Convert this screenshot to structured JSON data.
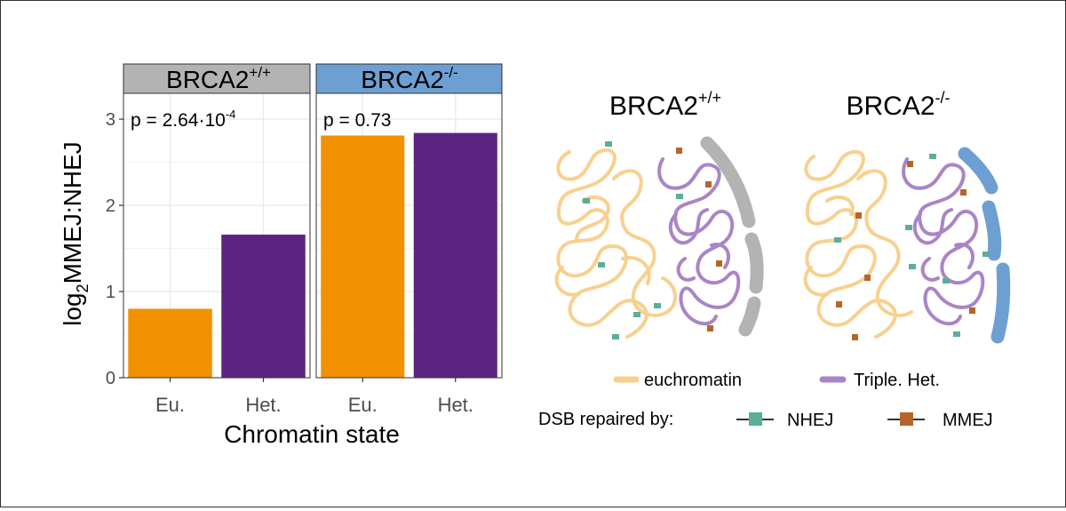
{
  "chart_data": {
    "type": "bar",
    "ylabel_main": "log",
    "ylabel_sub": "2",
    "ylabel_rest": "MMEJ:NHEJ",
    "xlabel": "Chromatin state",
    "categories": [
      "Eu.",
      "Het."
    ],
    "ylim": [
      0,
      3.3
    ],
    "yticks": [
      "0",
      "1",
      "2",
      "3"
    ],
    "grid": true,
    "colors": {
      "Eu.": "#F29100",
      "Het.": "#5B2480"
    },
    "strip_colors": [
      "#B3B3B3",
      "#6E9FD2"
    ],
    "panels": [
      {
        "strip_main": "BRCA2",
        "strip_sup": "+/+",
        "p_main": "p = 2.64·10",
        "p_sup": "-4",
        "values": [
          0.8,
          1.66
        ]
      },
      {
        "strip_main": "BRCA2",
        "strip_sup": "-/-",
        "p_main": "p = 0.73",
        "p_sup": "",
        "values": [
          2.81,
          2.84
        ]
      }
    ]
  },
  "schematic": {
    "left_title_main": "BRCA2",
    "left_title_sup": "+/+",
    "right_title_main": "BRCA2",
    "right_title_sup": "-/-",
    "legend": {
      "euchromatin": "euchromatin",
      "triple_het": "Triple. Het.",
      "dsb_label": "DSB repaired by:",
      "nhej": "NHEJ",
      "mmej": "MMEJ"
    },
    "colors": {
      "euchromatin": "#F8D08E",
      "triple_het": "#A985C6",
      "nhej": "#5BAE98",
      "mmej": "#B5652A",
      "lamina_wt": "#B3B3B3",
      "lamina_ko": "#6E9FD2"
    }
  }
}
